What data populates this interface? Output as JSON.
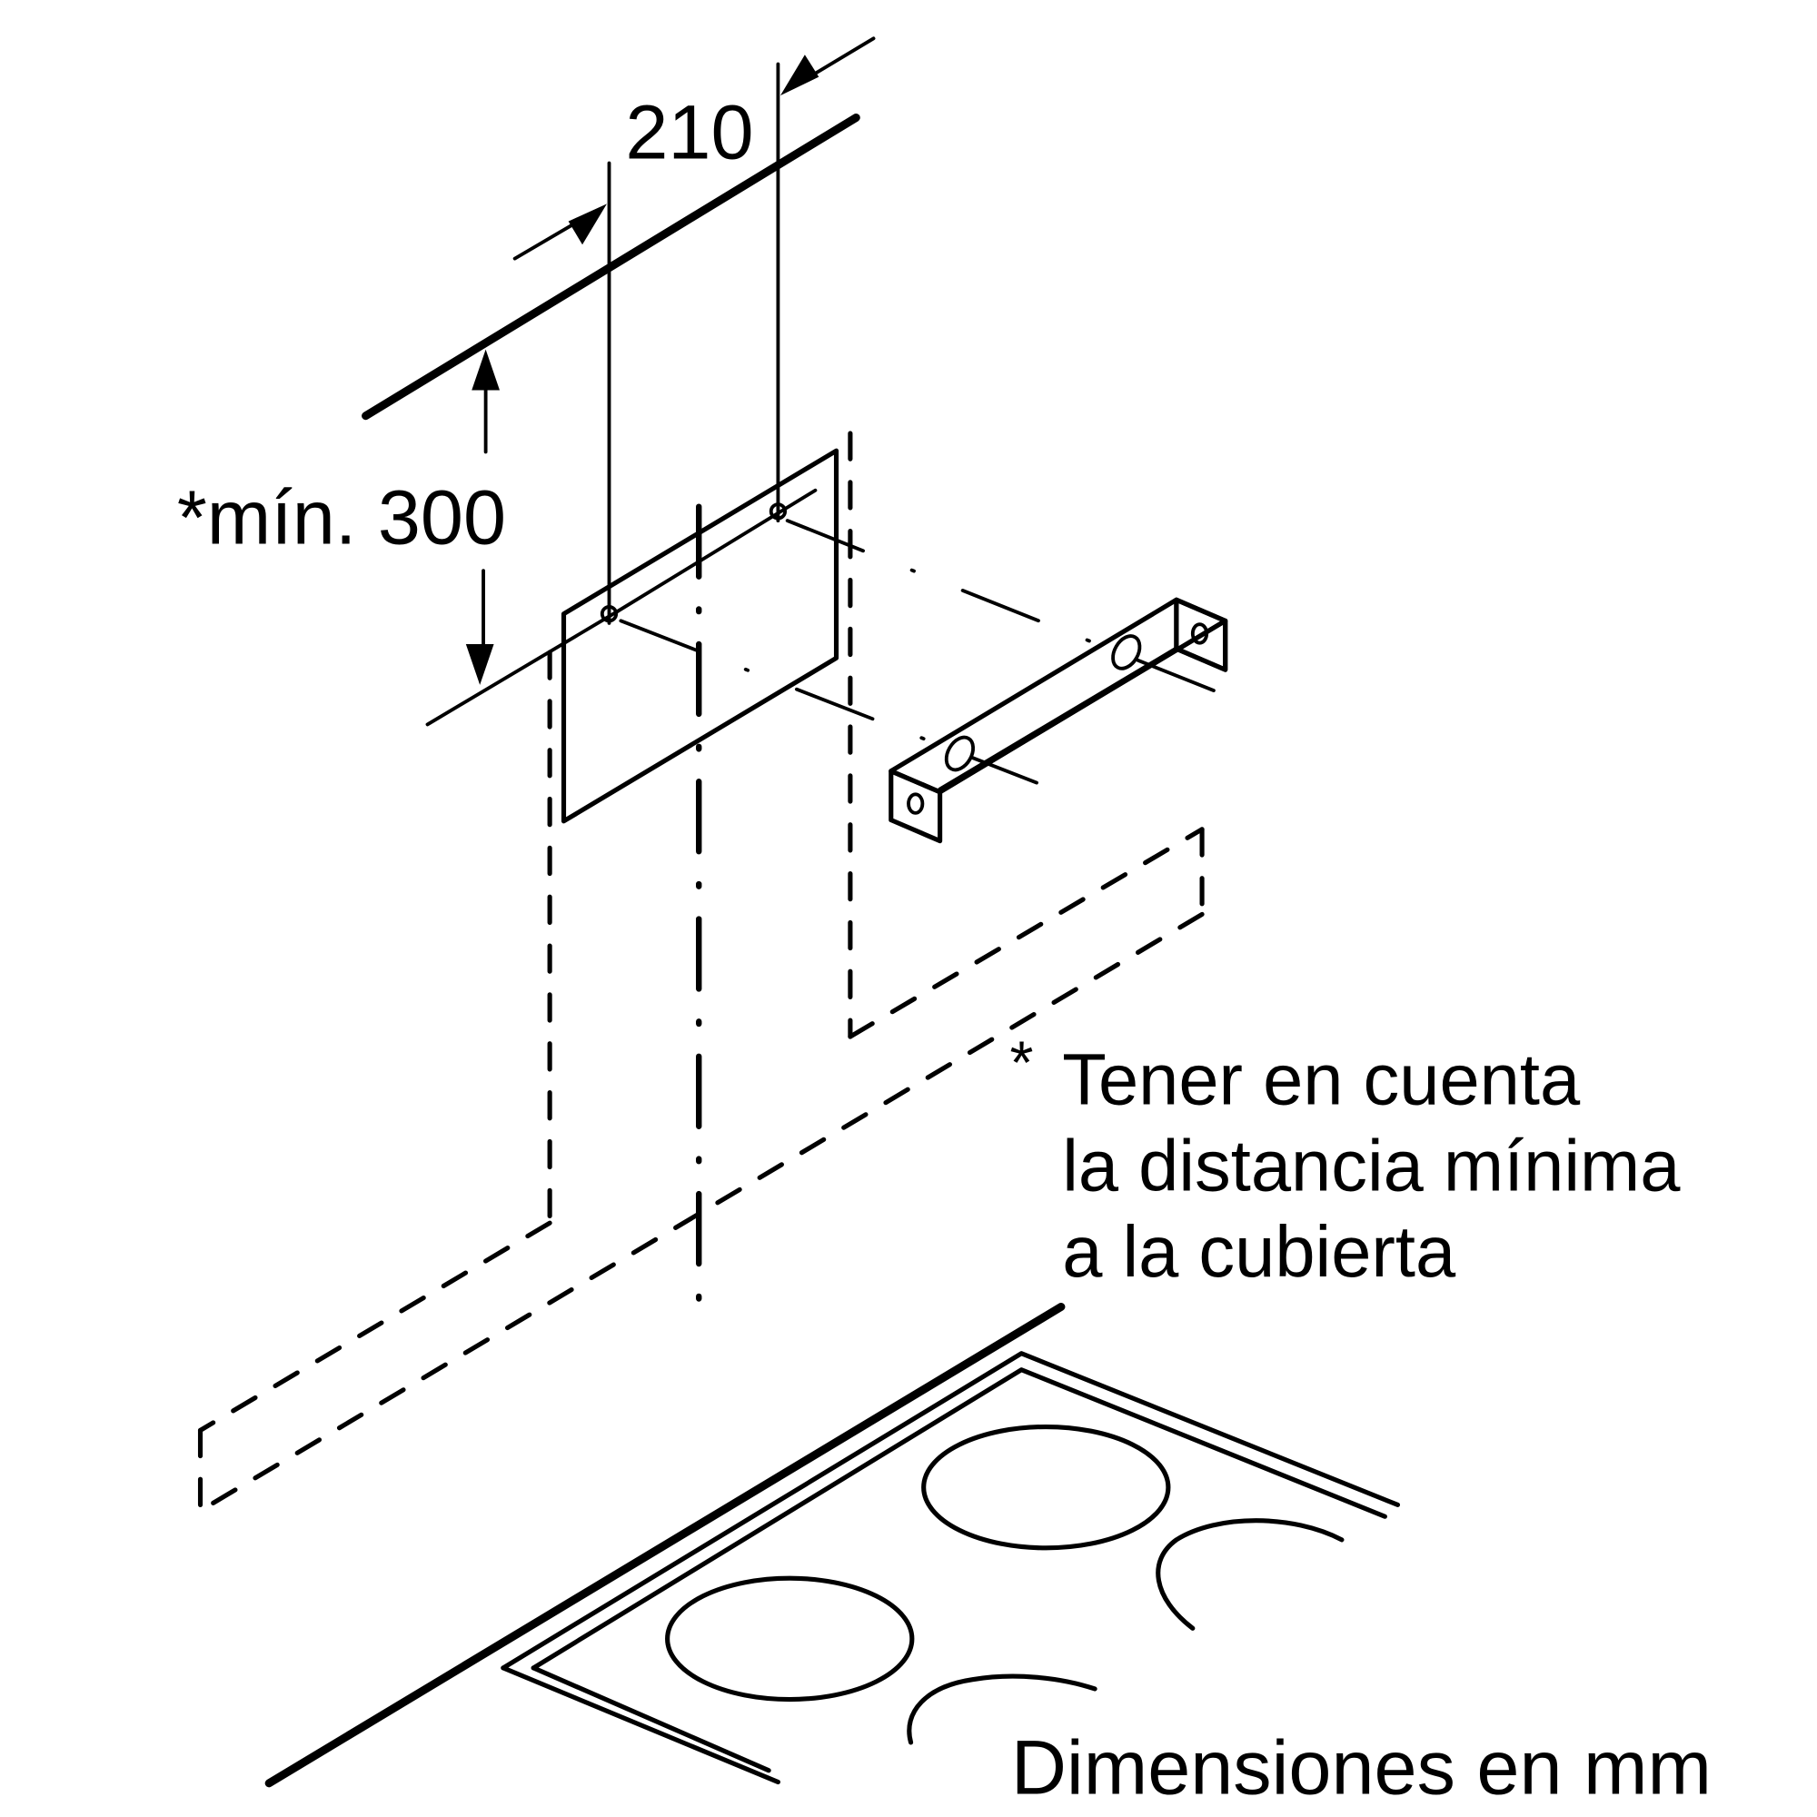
{
  "diagram": {
    "type": "installation-drawing",
    "subject": "wall bracket mounting for cooker hood above hob",
    "colors": {
      "line": "#000000",
      "background": "#ffffff"
    }
  },
  "dimensions": {
    "width_between_holes": "210",
    "min_height_above_hob": "*mín. 300"
  },
  "notes": {
    "asterisk": "*",
    "line1": "Tener en cuenta",
    "line2": "la distancia mínima",
    "line3": "a la cubierta"
  },
  "footer": {
    "units": "Dimensiones en mm"
  }
}
